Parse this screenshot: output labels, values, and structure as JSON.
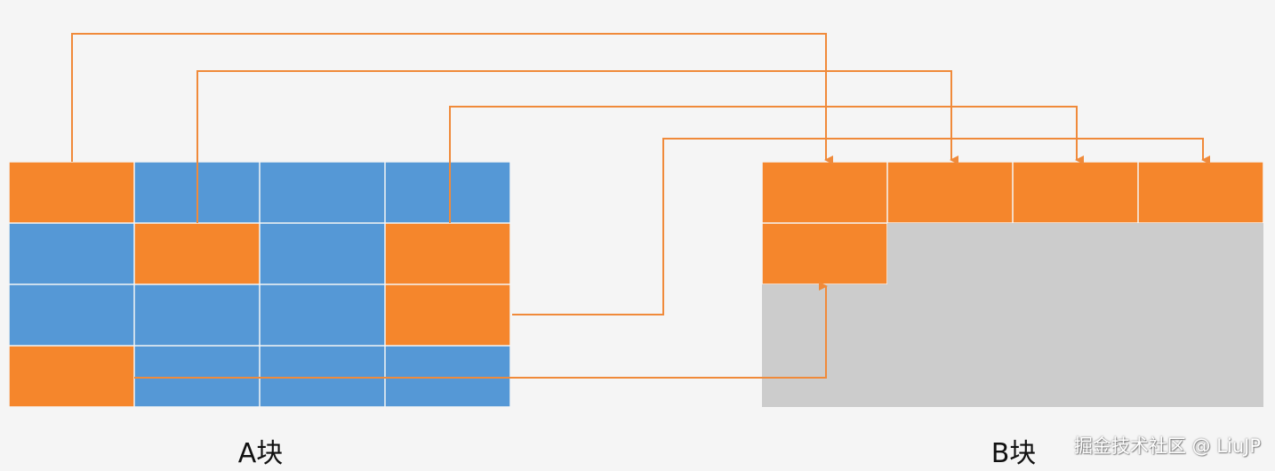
{
  "colors": {
    "background": "#f5f5f5",
    "highlight_cell": "#f5862c",
    "normal_cell": "#5598d6",
    "empty_area": "#cccccc",
    "arrow": "#f08a3a"
  },
  "block_a": {
    "label": "A块",
    "rows": 4,
    "cols": 4,
    "highlighted": [
      [
        0,
        0
      ],
      [
        1,
        1
      ],
      [
        1,
        3
      ],
      [
        2,
        3
      ],
      [
        3,
        0
      ]
    ]
  },
  "block_b": {
    "label": "B块",
    "filled": [
      [
        0,
        0
      ],
      [
        0,
        1
      ],
      [
        0,
        2
      ],
      [
        0,
        3
      ],
      [
        1,
        0
      ]
    ]
  },
  "arrows": [
    {
      "from": [
        0,
        0
      ],
      "to": [
        0,
        0
      ]
    },
    {
      "from": [
        1,
        1
      ],
      "to": [
        0,
        1
      ]
    },
    {
      "from": [
        1,
        3
      ],
      "to": [
        0,
        2
      ]
    },
    {
      "from": [
        2,
        3
      ],
      "to": [
        0,
        3
      ]
    },
    {
      "from": [
        3,
        0
      ],
      "to": [
        1,
        0
      ]
    }
  ],
  "watermark": "掘金技术社区 @ LiuJP"
}
